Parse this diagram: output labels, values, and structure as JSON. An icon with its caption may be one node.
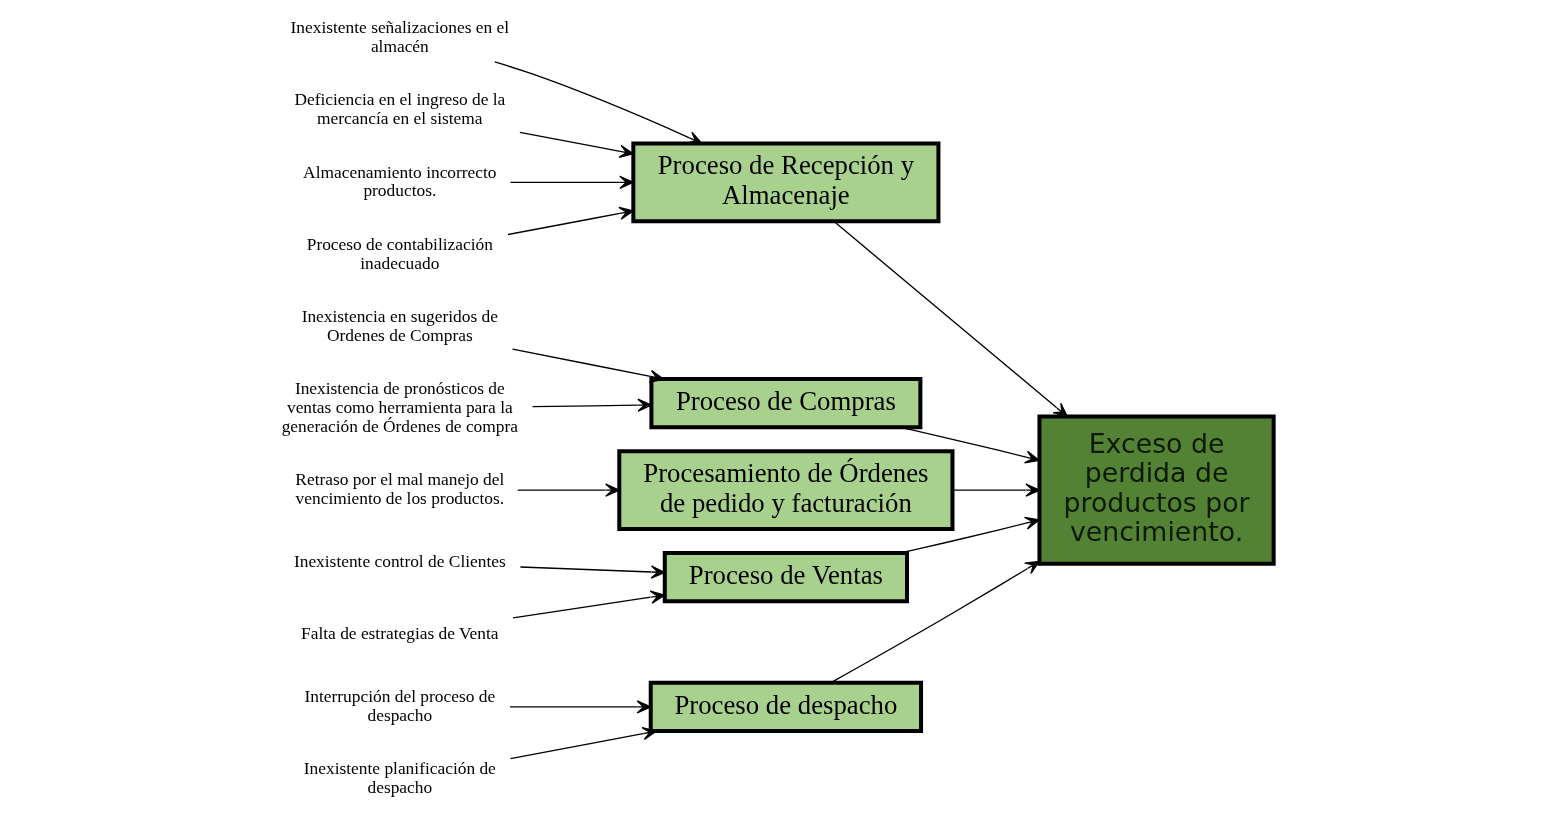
{
  "diagram": {
    "nodes": [
      {
        "text": [
          "Proceso de despacho"
        ]
      },
      {
        "text": [
          "Interrupción del proceso de despacho"
        ]
      },
      {
        "text": [
          "Inexistente planificación de despacho"
        ]
      },
      {
        "text": [
          "Proceso de Recepción y Almacenaje"
        ]
      },
      {
        "text": [
          "Inexistente señalizaciones en el  almacén"
        ]
      },
      {
        "text": [
          "Deficiencia en el ingreso de la mercancía en el sistema"
        ]
      },
      {
        "text": [
          "Almacenamiento incorrecto productos."
        ]
      },
      {
        "text": [
          "Proceso de contabilización inadecuado"
        ]
      },
      {
        "text": [
          "Exceso de perdida de productos por vencimiento."
        ]
      },
      {
        "text": [
          "Inexistente control de Clientes"
        ]
      },
      {
        "text": [
          "Inexistencia en sugeridos de Ordenes de Compras"
        ]
      },
      {
        "text": [
          "Retraso por el mal manejo del vencimiento de los productos."
        ]
      },
      {
        "text": [
          "Inexistencia de pronósticos de ventas como herramienta para la generación de Órdenes de compra"
        ]
      },
      {
        "text": [
          "Falta de estrategias de Venta"
        ]
      },
      {
        "text": [
          "Proceso de Compras"
        ]
      },
      {
        "text": [
          "Procesamiento de Órdenes de pedido y facturación"
        ]
      },
      {
        "text": [
          "Proceso de Ventas"
        ]
      }
    ],
    "edges": [
      {
        "from": 1,
        "to": 0,
        "arrow": "to"
      },
      {
        "from": 2,
        "to": 0,
        "arrow": "to"
      },
      {
        "from": 4,
        "to": 3,
        "arrow": "to"
      },
      {
        "from": 5,
        "to": 3,
        "arrow": "to"
      },
      {
        "from": 6,
        "to": 3,
        "arrow": "to"
      },
      {
        "from": 7,
        "to": 3,
        "arrow": "to"
      },
      {
        "from": 9,
        "to": 16,
        "arrow": "to"
      },
      {
        "from": 13,
        "to": 16,
        "arrow": "to"
      },
      {
        "from": 10,
        "to": 14,
        "arrow": "to"
      },
      {
        "from": 12,
        "to": 14,
        "arrow": "to"
      },
      {
        "from": 11,
        "to": 15,
        "arrow": "to"
      },
      {
        "from": 0,
        "to": 8,
        "arrow": "to"
      },
      {
        "from": 3,
        "to": 8,
        "arrow": "to"
      },
      {
        "from": 16,
        "to": 8,
        "arrow": "to"
      },
      {
        "from": 14,
        "to": 8,
        "arrow": "to"
      },
      {
        "from": 15,
        "to": 8,
        "arrow": "to"
      }
    ]
  }
}
